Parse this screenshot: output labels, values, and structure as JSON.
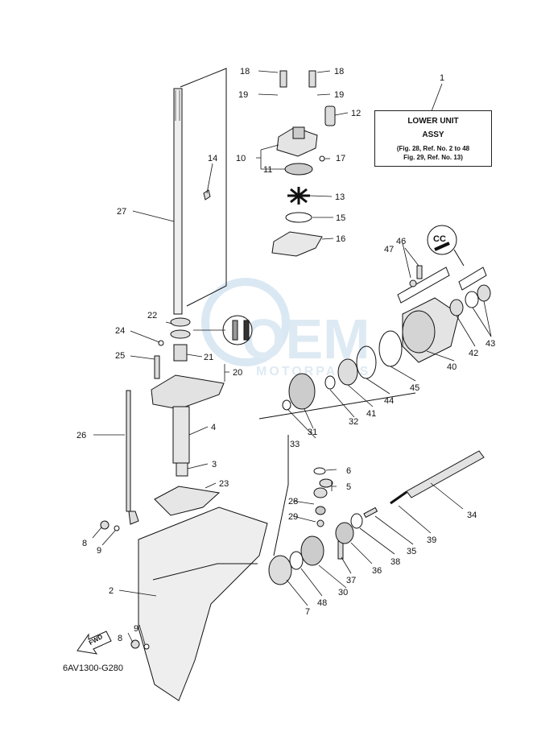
{
  "note": {
    "title": "LOWER UNIT",
    "subtitle": "ASSY",
    "line1": "(Fig. 28, Ref. No. 2 to 48",
    "line2": "Fig. 29, Ref. No. 13)"
  },
  "diagram_code": "6AV1300-G280",
  "fwd_label": "FWD",
  "watermark": {
    "main": "OEM",
    "sub": "MOTORPARTS"
  },
  "stamp_label": "CC",
  "callouts": [
    "1",
    "2",
    "3",
    "4",
    "5",
    "6",
    "7",
    "8",
    "8",
    "9",
    "9",
    "10",
    "11",
    "12",
    "13",
    "14",
    "15",
    "16",
    "17",
    "18",
    "18",
    "19",
    "19",
    "20",
    "21",
    "22",
    "23",
    "24",
    "25",
    "26",
    "27",
    "28",
    "29",
    "30",
    "31",
    "32",
    "33",
    "34",
    "35",
    "36",
    "37",
    "38",
    "39",
    "40",
    "41",
    "42",
    "43",
    "44",
    "45",
    "46",
    "47",
    "48"
  ],
  "colors": {
    "line": "#111111",
    "part_fill": "#e8e8e8",
    "watermark": "#cfe0ee"
  }
}
